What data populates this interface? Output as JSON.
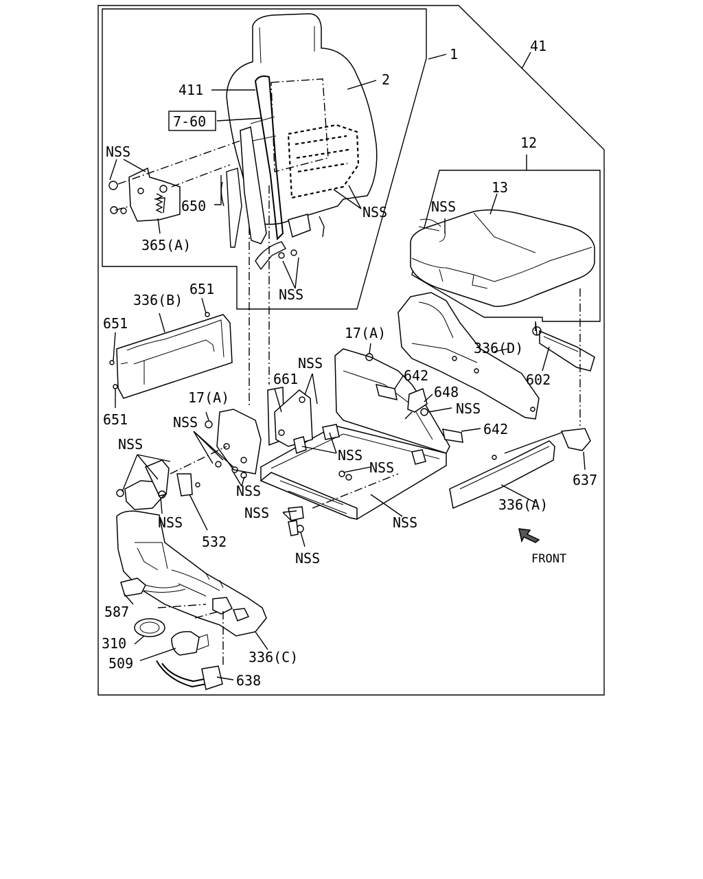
{
  "labels": {
    "l1": "1",
    "l2": "2",
    "l41": "41",
    "l411": "411",
    "l760": "7-60",
    "l12": "12",
    "l13": "13",
    "nss_back_top": "NSS",
    "nss_back_right": "NSS",
    "nss_back_bottom": "NSS",
    "nss_cushion": "NSS",
    "l650": "650",
    "l365a": "365(A)",
    "l336b": "336(B)",
    "l651_top": "651",
    "l651_left": "651",
    "l651_bottom": "651",
    "l17a_mid": "17(A)",
    "l17a_left": "17(A)",
    "nss_bracket": "NSS",
    "l661": "661",
    "l642_top": "642",
    "l648": "648",
    "nss_648": "NSS",
    "l642_bot": "642",
    "l336d": "336(D)",
    "l602": "602",
    "nss_left_upper": "NSS",
    "nss_left_mid": "NSS",
    "nss_frame_a": "NSS",
    "nss_frame_b": "NSS",
    "nss_frame_c": "NSS",
    "nss_frame_d": "NSS",
    "nss_frame_e": "NSS",
    "nss_frame_f": "NSS",
    "nss_motor": "NSS",
    "l532": "532",
    "l637": "637",
    "l336a": "336(A)",
    "front": "FRONT",
    "l587": "587",
    "l310": "310",
    "l509": "509",
    "l336c": "336(C)",
    "l638": "638"
  }
}
